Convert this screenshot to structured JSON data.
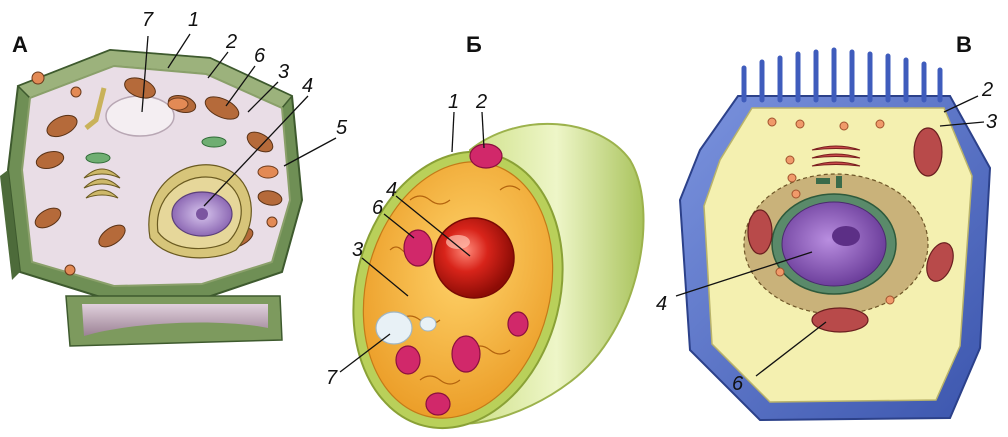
{
  "panels": [
    {
      "letter": "А",
      "callouts": [
        {
          "id": "a7",
          "text": "7"
        },
        {
          "id": "a1",
          "text": "1"
        },
        {
          "id": "a2",
          "text": "2"
        },
        {
          "id": "a6",
          "text": "6"
        },
        {
          "id": "a3",
          "text": "3"
        },
        {
          "id": "a4",
          "text": "4"
        },
        {
          "id": "a5",
          "text": "5"
        }
      ]
    },
    {
      "letter": "Б",
      "callouts": [
        {
          "id": "b1",
          "text": "1"
        },
        {
          "id": "b2",
          "text": "2"
        },
        {
          "id": "b4",
          "text": "4"
        },
        {
          "id": "b6",
          "text": "6"
        },
        {
          "id": "b3",
          "text": "3"
        },
        {
          "id": "b7",
          "text": "7"
        }
      ]
    },
    {
      "letter": "В",
      "callouts": [
        {
          "id": "c2",
          "text": "2"
        },
        {
          "id": "c3",
          "text": "3"
        },
        {
          "id": "c4",
          "text": "4"
        },
        {
          "id": "c6",
          "text": "6"
        }
      ]
    }
  ],
  "colors": {
    "plant_wall": "#6f8f55",
    "plant_wall_dark": "#4d6b3a",
    "plant_cytoplasm": "#e9dde6",
    "chloroplast": "#b56a3a",
    "golgi": "#cdb86a",
    "nucleus_purple": "#a07cc0",
    "fungal_wall": "#d6e79a",
    "fungal_cytoplasm": "#f2b13c",
    "fungal_nucleus": "#cc1a12",
    "fungal_organelle": "#d1286a",
    "animal_wall": "#4f6fc7",
    "animal_cytoplasm": "#f4f0b0",
    "animal_nucleus": "#8f5fbf",
    "mitochondria": "#b84a4a"
  }
}
